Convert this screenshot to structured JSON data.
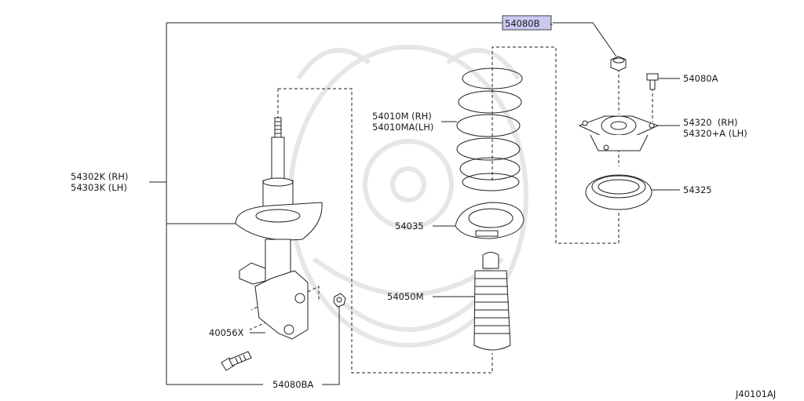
{
  "diagram_code": "J40101AJ",
  "callouts": {
    "strut_rh": "54302K (RH)",
    "strut_lh": "54303K (LH)",
    "nut_top": "54080B",
    "bolt_top": "54080A",
    "spring_rh": "54010M (RH)",
    "spring_lh": "54010MA(LH)",
    "mount_rh": "54320  (RH)",
    "mount_lh": "54320+A (LH)",
    "bearing": "54325",
    "seat": "54035",
    "boot": "54050M",
    "bolt_lower": "40056X",
    "nut_lower": "54080BA"
  },
  "highlight_color": "#c8c8f0"
}
